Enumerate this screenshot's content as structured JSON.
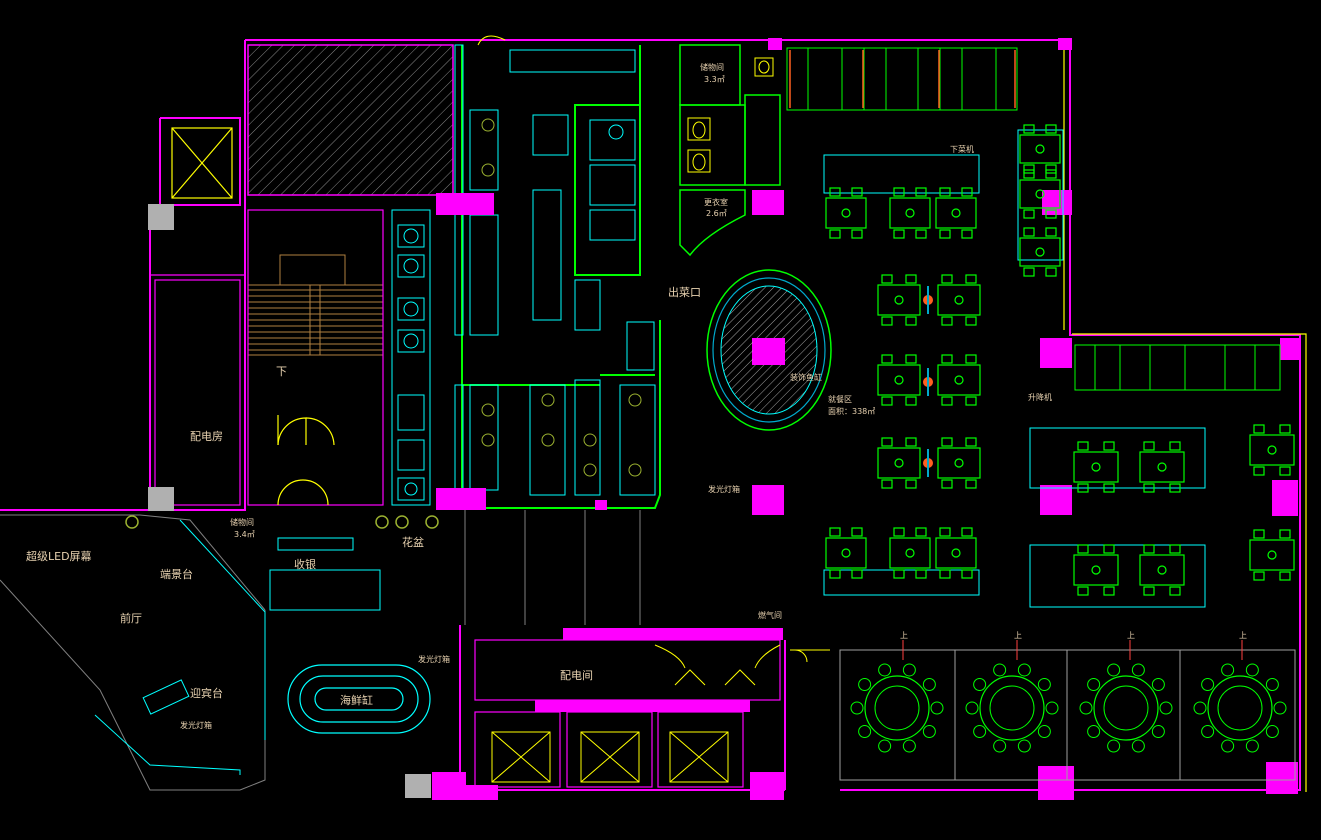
{
  "labels": {
    "serving_exit": "出菜口",
    "storage_top": "储物间",
    "storage_top_area": "3.3㎡",
    "locker_room": "更衣室",
    "locker_area": "2.6㎡",
    "cashier_lift": "下菜机",
    "dining_area": "就餐区",
    "dining_area_size": "面积：338㎡",
    "center_decor": "装饰鱼缸",
    "power_room_left": "配电房",
    "stair_down": "下",
    "storage_bottom": "储物间",
    "storage_bottom_area": "3.4㎡",
    "cashier": "收银",
    "planter": "花盆",
    "led_screen": "超级LED屏幕",
    "bar_counter": "端景台",
    "lobby": "前厅",
    "reception": "迎宾台",
    "fish_tank": "海鲜缸",
    "glow_sign_1": "发光灯箱",
    "glow_sign_2": "发光灯箱",
    "glow_sign_3": "发光灯箱",
    "power_room_right": "配电间",
    "gas_room": "燃气间",
    "lift_label": "升降机",
    "stairs_mark": "上"
  },
  "colors": {
    "background": "#000000",
    "wall": "#ff00ff",
    "column": "#ff00ff",
    "furniture": "#00ff00",
    "kitchen": "#00ffff",
    "door": "#ffff00",
    "text": "#e8d2b0",
    "grey": "#a0a0a0"
  }
}
